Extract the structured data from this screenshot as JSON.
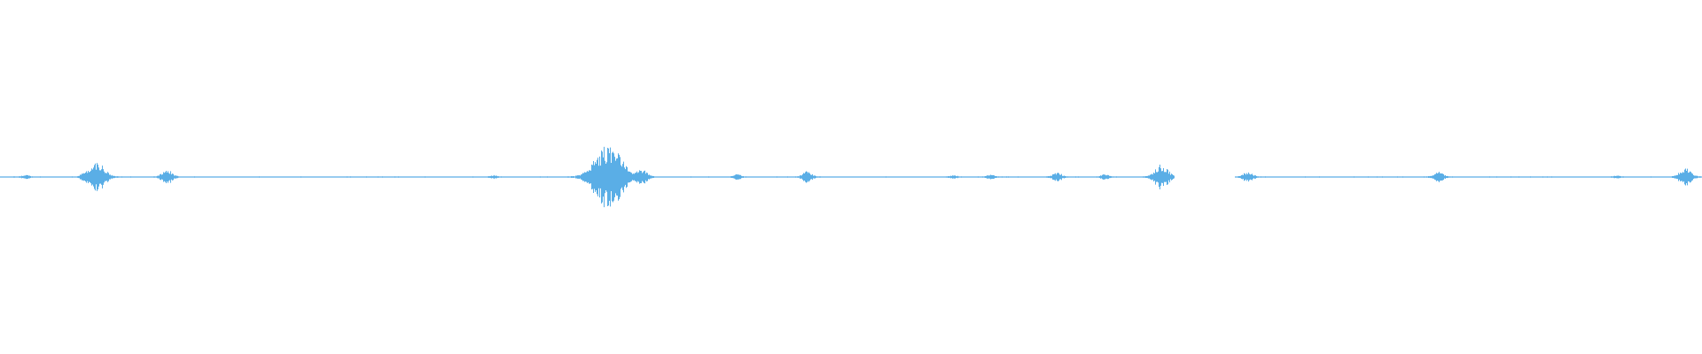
{
  "waveform": {
    "color": "#5aaee6",
    "duration_fraction_events": [
      {
        "t": 0.015,
        "amp": 0.01
      },
      {
        "t": 0.05,
        "amp": 0.02
      },
      {
        "t": 0.057,
        "amp": 0.08
      },
      {
        "t": 0.098,
        "amp": 0.04
      },
      {
        "t": 0.29,
        "amp": 0.008
      },
      {
        "t": 0.357,
        "amp": 0.18
      },
      {
        "t": 0.366,
        "amp": 0.02
      },
      {
        "t": 0.377,
        "amp": 0.04
      },
      {
        "t": 0.433,
        "amp": 0.015
      },
      {
        "t": 0.474,
        "amp": 0.03
      },
      {
        "t": 0.56,
        "amp": 0.008
      },
      {
        "t": 0.582,
        "amp": 0.012
      },
      {
        "t": 0.621,
        "amp": 0.025
      },
      {
        "t": 0.649,
        "amp": 0.015
      },
      {
        "t": 0.682,
        "amp": 0.07
      },
      {
        "t": 0.733,
        "amp": 0.03
      },
      {
        "t": 0.845,
        "amp": 0.03
      },
      {
        "t": 0.95,
        "amp": 0.008
      },
      {
        "t": 0.99,
        "amp": 0.05
      }
    ],
    "gaps": [
      {
        "from": 0.69,
        "to": 0.725
      }
    ]
  }
}
